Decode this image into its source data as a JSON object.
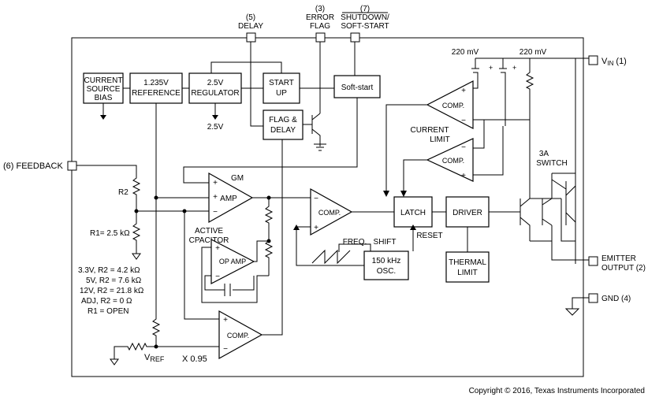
{
  "pins": {
    "delay": {
      "number": "(5)",
      "label": "DELAY"
    },
    "error_flag": {
      "number": "(3)",
      "label1": "ERROR",
      "label2": "FLAG"
    },
    "shutdown": {
      "number": "(7)",
      "label1": "SHUTDOWN/",
      "label2": "SOFT-START"
    },
    "vin": {
      "label": "V",
      "sub": "IN",
      "number": " (1)"
    },
    "feedback": {
      "label": "(6) FEEDBACK"
    },
    "emitter": {
      "label1": "EMITTER",
      "label2": "OUTPUT (2)"
    },
    "gnd": {
      "label": "GND (4)"
    }
  },
  "blocks": {
    "current_source": [
      "CURRENT",
      "SOURCE",
      "BIAS"
    ],
    "reference": [
      "1.235V",
      "REFERENCE"
    ],
    "regulator": [
      "2.5V",
      "REGULATOR"
    ],
    "start_up": [
      "START",
      "UP"
    ],
    "soft_start": "Soft-start",
    "flag_delay": [
      "FLAG &",
      "DELAY"
    ],
    "latch": "LATCH",
    "driver": "DRIVER",
    "oscillator": [
      "150 kHz",
      "OSC."
    ],
    "thermal": [
      "THERMAL",
      "LIMIT"
    ]
  },
  "amps": {
    "gm_amp": {
      "label": "AMP",
      "tag": "GM"
    },
    "op_amp": "OP AMP",
    "comp_main": "COMP.",
    "comp_current1": "COMP.",
    "comp_current2": "COMP.",
    "comp_ref": "COMP."
  },
  "labels": {
    "reg_out": "2.5V",
    "v220_1": "220 mV",
    "v220_2": "220 mV",
    "current_limit": [
      "CURRENT",
      "LIMIT"
    ],
    "switch": [
      "3A",
      "SWITCH"
    ],
    "active_cap": [
      "ACTIVE",
      "CPACITOR"
    ],
    "freq": "FREQ.",
    "shift": "SHIFT",
    "reset": "RESET",
    "r2": "R2",
    "r1": "R1= 2.5 kΩ",
    "options": [
      "3.3V, R2 = 4.2 kΩ",
      "5V, R2 = 7.6 kΩ",
      "12V, R2 = 21.8 kΩ",
      "ADJ, R2 = 0 Ω",
      "R1 = OPEN"
    ],
    "vref": "V",
    "vref_sub": "REF",
    "vref_mult": "X 0.95",
    "plus": "+",
    "minus": "−"
  },
  "copyright": "Copyright © 2016, Texas Instruments Incorporated"
}
